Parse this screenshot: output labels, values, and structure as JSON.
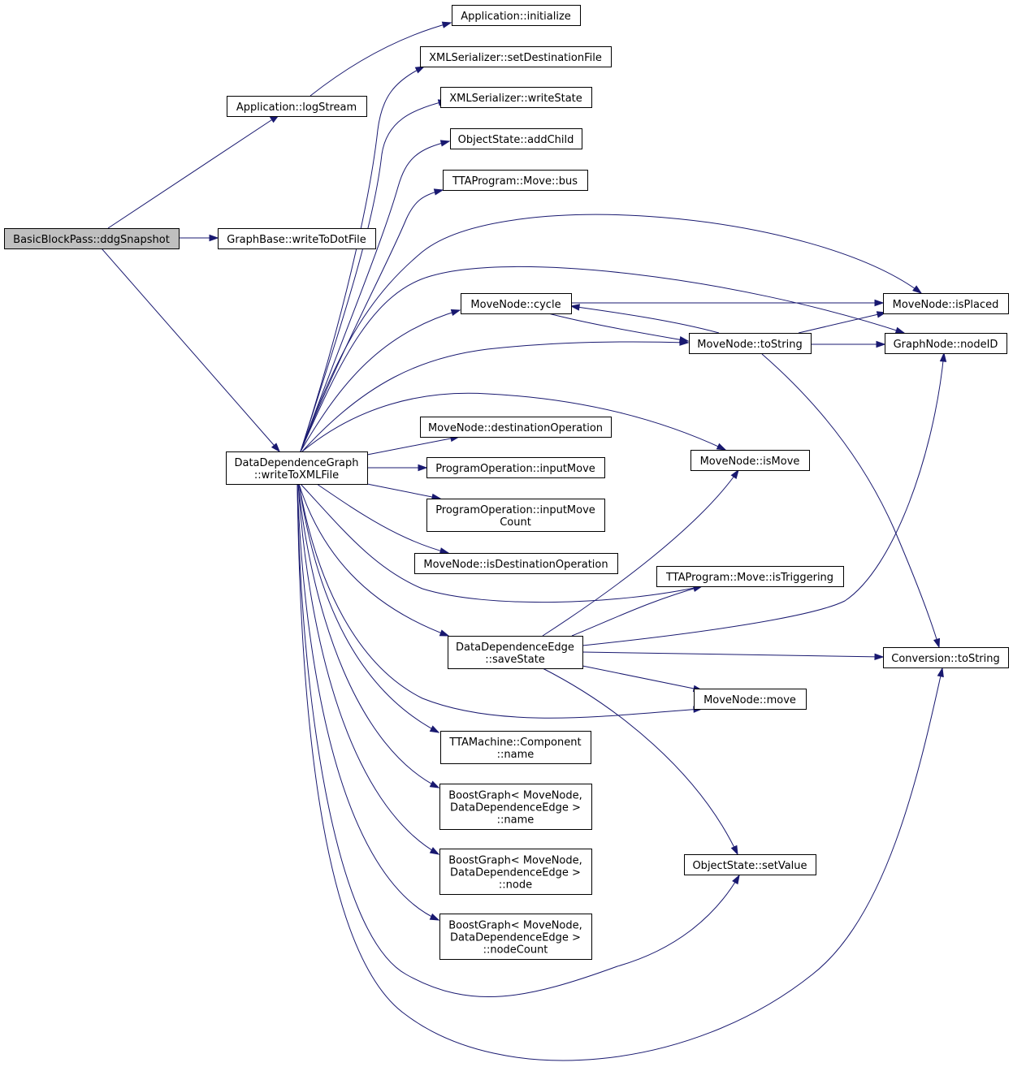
{
  "diagram": {
    "type": "call-graph",
    "colors": {
      "edge": "#191970",
      "root_fill": "#bfbfbf",
      "normal_border": "#000000",
      "truncated_border": "#ff0000"
    },
    "nodes": [
      {
        "id": "root",
        "lines": [
          "BasicBlockPass::ddgSnapshot"
        ],
        "style": "root"
      },
      {
        "id": "logStream",
        "lines": [
          "Application::logStream"
        ],
        "style": "normal"
      },
      {
        "id": "appInit",
        "lines": [
          "Application::initialize"
        ],
        "style": "truncated"
      },
      {
        "id": "writeToDotFile",
        "lines": [
          "GraphBase::writeToDotFile"
        ],
        "style": "normal"
      },
      {
        "id": "writeToXMLFile",
        "lines": [
          "DataDependenceGraph",
          "::writeToXMLFile"
        ],
        "style": "normal"
      },
      {
        "id": "setDestFile",
        "lines": [
          "XMLSerializer::setDestinationFile"
        ],
        "style": "normal"
      },
      {
        "id": "writeState",
        "lines": [
          "XMLSerializer::writeState"
        ],
        "style": "truncated"
      },
      {
        "id": "addChild",
        "lines": [
          "ObjectState::addChild"
        ],
        "style": "truncated"
      },
      {
        "id": "moveBus",
        "lines": [
          "TTAProgram::Move::bus"
        ],
        "style": "normal"
      },
      {
        "id": "cycle",
        "lines": [
          "MoveNode::cycle"
        ],
        "style": "normal"
      },
      {
        "id": "mnToString",
        "lines": [
          "MoveNode::toString"
        ],
        "style": "truncated"
      },
      {
        "id": "isPlaced",
        "lines": [
          "MoveNode::isPlaced"
        ],
        "style": "normal"
      },
      {
        "id": "nodeID",
        "lines": [
          "GraphNode::nodeID"
        ],
        "style": "normal"
      },
      {
        "id": "destOp",
        "lines": [
          "MoveNode::destinationOperation"
        ],
        "style": "normal"
      },
      {
        "id": "isMove",
        "lines": [
          "MoveNode::isMove"
        ],
        "style": "normal"
      },
      {
        "id": "inputMove",
        "lines": [
          "ProgramOperation::inputMove"
        ],
        "style": "normal"
      },
      {
        "id": "inputMoveCount",
        "lines": [
          "ProgramOperation::inputMove",
          "Count"
        ],
        "style": "normal"
      },
      {
        "id": "isDestOp",
        "lines": [
          "MoveNode::isDestinationOperation"
        ],
        "style": "normal"
      },
      {
        "id": "isTriggering",
        "lines": [
          "TTAProgram::Move::isTriggering"
        ],
        "style": "truncated"
      },
      {
        "id": "saveState",
        "lines": [
          "DataDependenceEdge",
          "::saveState"
        ],
        "style": "truncated"
      },
      {
        "id": "convToString",
        "lines": [
          "Conversion::toString"
        ],
        "style": "normal"
      },
      {
        "id": "mnMove",
        "lines": [
          "MoveNode::move"
        ],
        "style": "normal"
      },
      {
        "id": "compName",
        "lines": [
          "TTAMachine::Component",
          "::name"
        ],
        "style": "normal"
      },
      {
        "id": "bgName",
        "lines": [
          "BoostGraph< MoveNode,",
          "DataDependenceEdge >",
          "::name"
        ],
        "style": "normal"
      },
      {
        "id": "bgNode",
        "lines": [
          "BoostGraph< MoveNode,",
          "DataDependenceEdge >",
          "::node"
        ],
        "style": "normal"
      },
      {
        "id": "setValue",
        "lines": [
          "ObjectState::setValue"
        ],
        "style": "normal"
      },
      {
        "id": "bgNodeCount",
        "lines": [
          "BoostGraph< MoveNode,",
          "DataDependenceEdge >",
          "::nodeCount"
        ],
        "style": "normal"
      }
    ],
    "edges": [
      {
        "from": "root",
        "to": "logStream"
      },
      {
        "from": "root",
        "to": "writeToDotFile"
      },
      {
        "from": "root",
        "to": "writeToXMLFile"
      },
      {
        "from": "logStream",
        "to": "appInit"
      },
      {
        "from": "writeToXMLFile",
        "to": "setDestFile"
      },
      {
        "from": "writeToXMLFile",
        "to": "writeState"
      },
      {
        "from": "writeToXMLFile",
        "to": "addChild"
      },
      {
        "from": "writeToXMLFile",
        "to": "moveBus"
      },
      {
        "from": "writeToXMLFile",
        "to": "isPlaced"
      },
      {
        "from": "writeToXMLFile",
        "to": "nodeID"
      },
      {
        "from": "writeToXMLFile",
        "to": "cycle"
      },
      {
        "from": "writeToXMLFile",
        "to": "mnToString"
      },
      {
        "from": "writeToXMLFile",
        "to": "isMove"
      },
      {
        "from": "writeToXMLFile",
        "to": "destOp"
      },
      {
        "from": "writeToXMLFile",
        "to": "inputMove"
      },
      {
        "from": "writeToXMLFile",
        "to": "inputMoveCount"
      },
      {
        "from": "writeToXMLFile",
        "to": "isDestOp"
      },
      {
        "from": "writeToXMLFile",
        "to": "isTriggering"
      },
      {
        "from": "writeToXMLFile",
        "to": "saveState"
      },
      {
        "from": "writeToXMLFile",
        "to": "mnMove"
      },
      {
        "from": "writeToXMLFile",
        "to": "compName"
      },
      {
        "from": "writeToXMLFile",
        "to": "bgName"
      },
      {
        "from": "writeToXMLFile",
        "to": "bgNode"
      },
      {
        "from": "writeToXMLFile",
        "to": "bgNodeCount"
      },
      {
        "from": "writeToXMLFile",
        "to": "setValue"
      },
      {
        "from": "writeToXMLFile",
        "to": "convToString"
      },
      {
        "from": "cycle",
        "to": "isPlaced"
      },
      {
        "from": "cycle",
        "to": "mnToString"
      },
      {
        "from": "mnToString",
        "to": "cycle"
      },
      {
        "from": "mnToString",
        "to": "isPlaced"
      },
      {
        "from": "mnToString",
        "to": "nodeID"
      },
      {
        "from": "mnToString",
        "to": "convToString"
      },
      {
        "from": "saveState",
        "to": "isMove"
      },
      {
        "from": "saveState",
        "to": "isTriggering"
      },
      {
        "from": "saveState",
        "to": "nodeID"
      },
      {
        "from": "saveState",
        "to": "convToString"
      },
      {
        "from": "saveState",
        "to": "mnMove"
      },
      {
        "from": "saveState",
        "to": "setValue"
      }
    ]
  }
}
